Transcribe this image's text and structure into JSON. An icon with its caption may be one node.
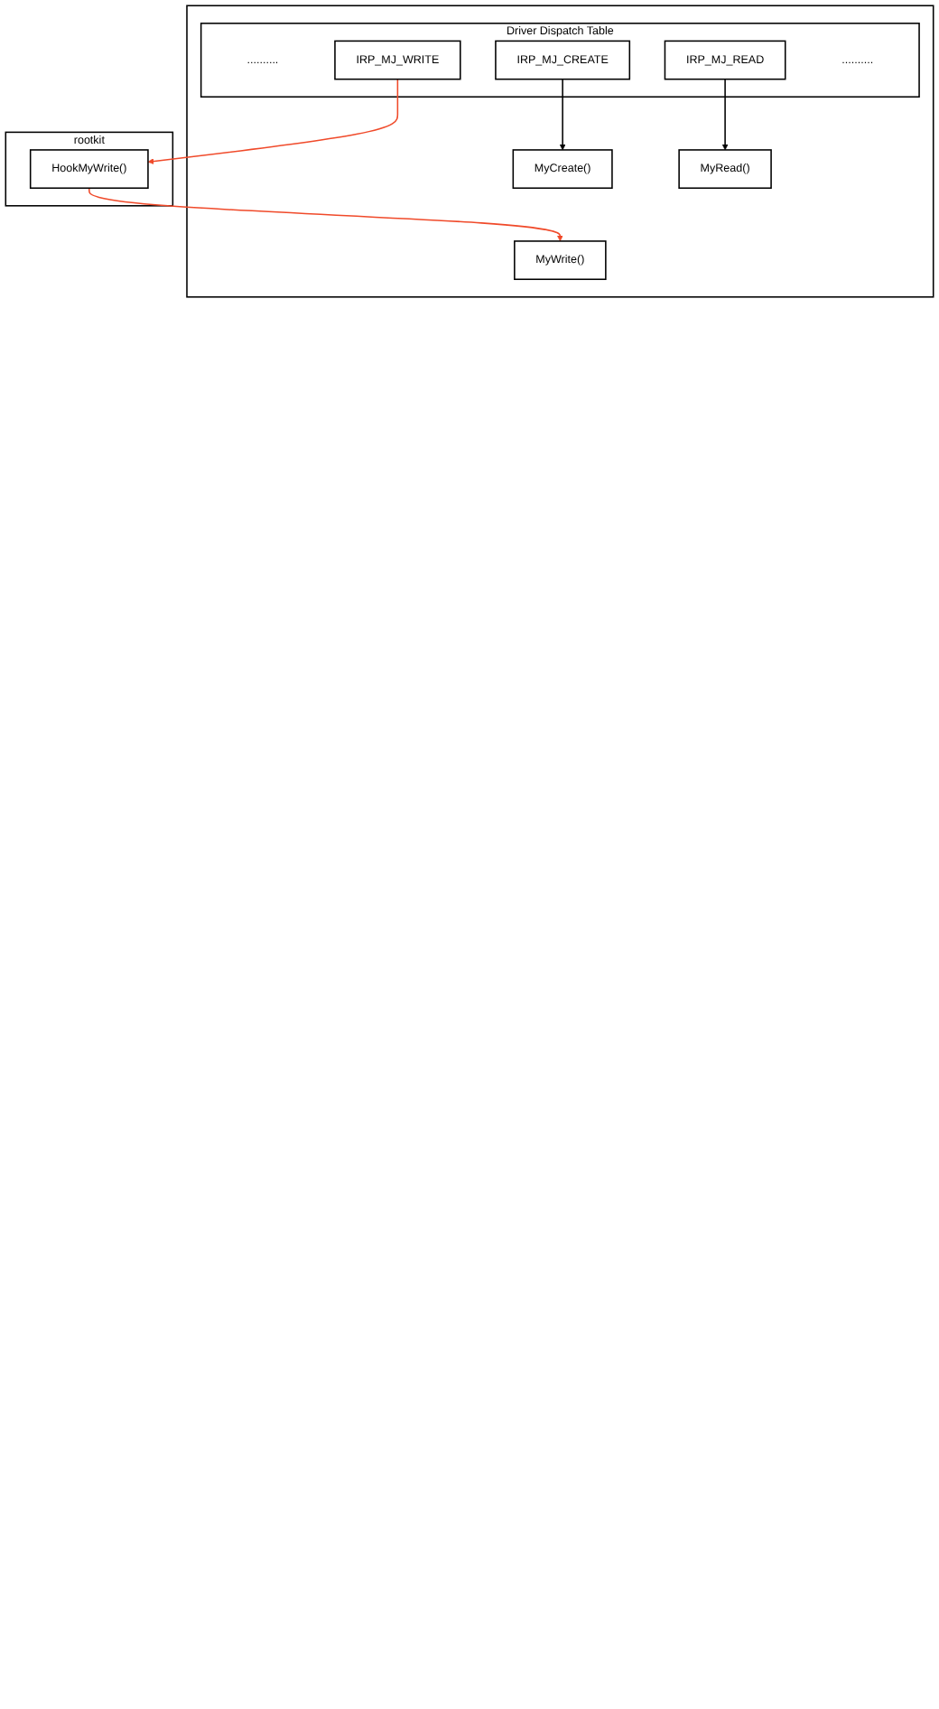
{
  "diagram": {
    "nodes": [
      {
        "text": [],
        "shape": "box"
      },
      {
        "text": [
          "Driver Dispatch Table",
          "..........",
          ".........."
        ],
        "in": 0
      },
      {
        "text": [
          "IRP_MJ_CREATE"
        ],
        "in": 1
      },
      {
        "text": [
          "IRP_MJ_READ"
        ],
        "in": 1
      },
      {
        "text": [
          "IRP_MJ_WRITE"
        ],
        "in": 1
      },
      {
        "text": [
          "MyCreate()"
        ],
        "in": 0
      },
      {
        "text": [
          "MyRead()"
        ],
        "in": 0
      },
      {
        "text": [
          "MyWrite()"
        ],
        "in": 0
      },
      {
        "text": [
          "rootkit"
        ]
      },
      {
        "text": [
          "HookMyWrite()"
        ],
        "in": 8
      }
    ],
    "edges": [
      {
        "from": 2,
        "to": 5,
        "arrow": "to"
      },
      {
        "from": 3,
        "to": 6,
        "arrow": "to"
      },
      {
        "from": 4,
        "to": 9,
        "arrow": "to",
        "color": "#f04a2a"
      },
      {
        "from": 9,
        "to": 7,
        "arrow": "to",
        "color": "#f04a2a"
      }
    ]
  }
}
